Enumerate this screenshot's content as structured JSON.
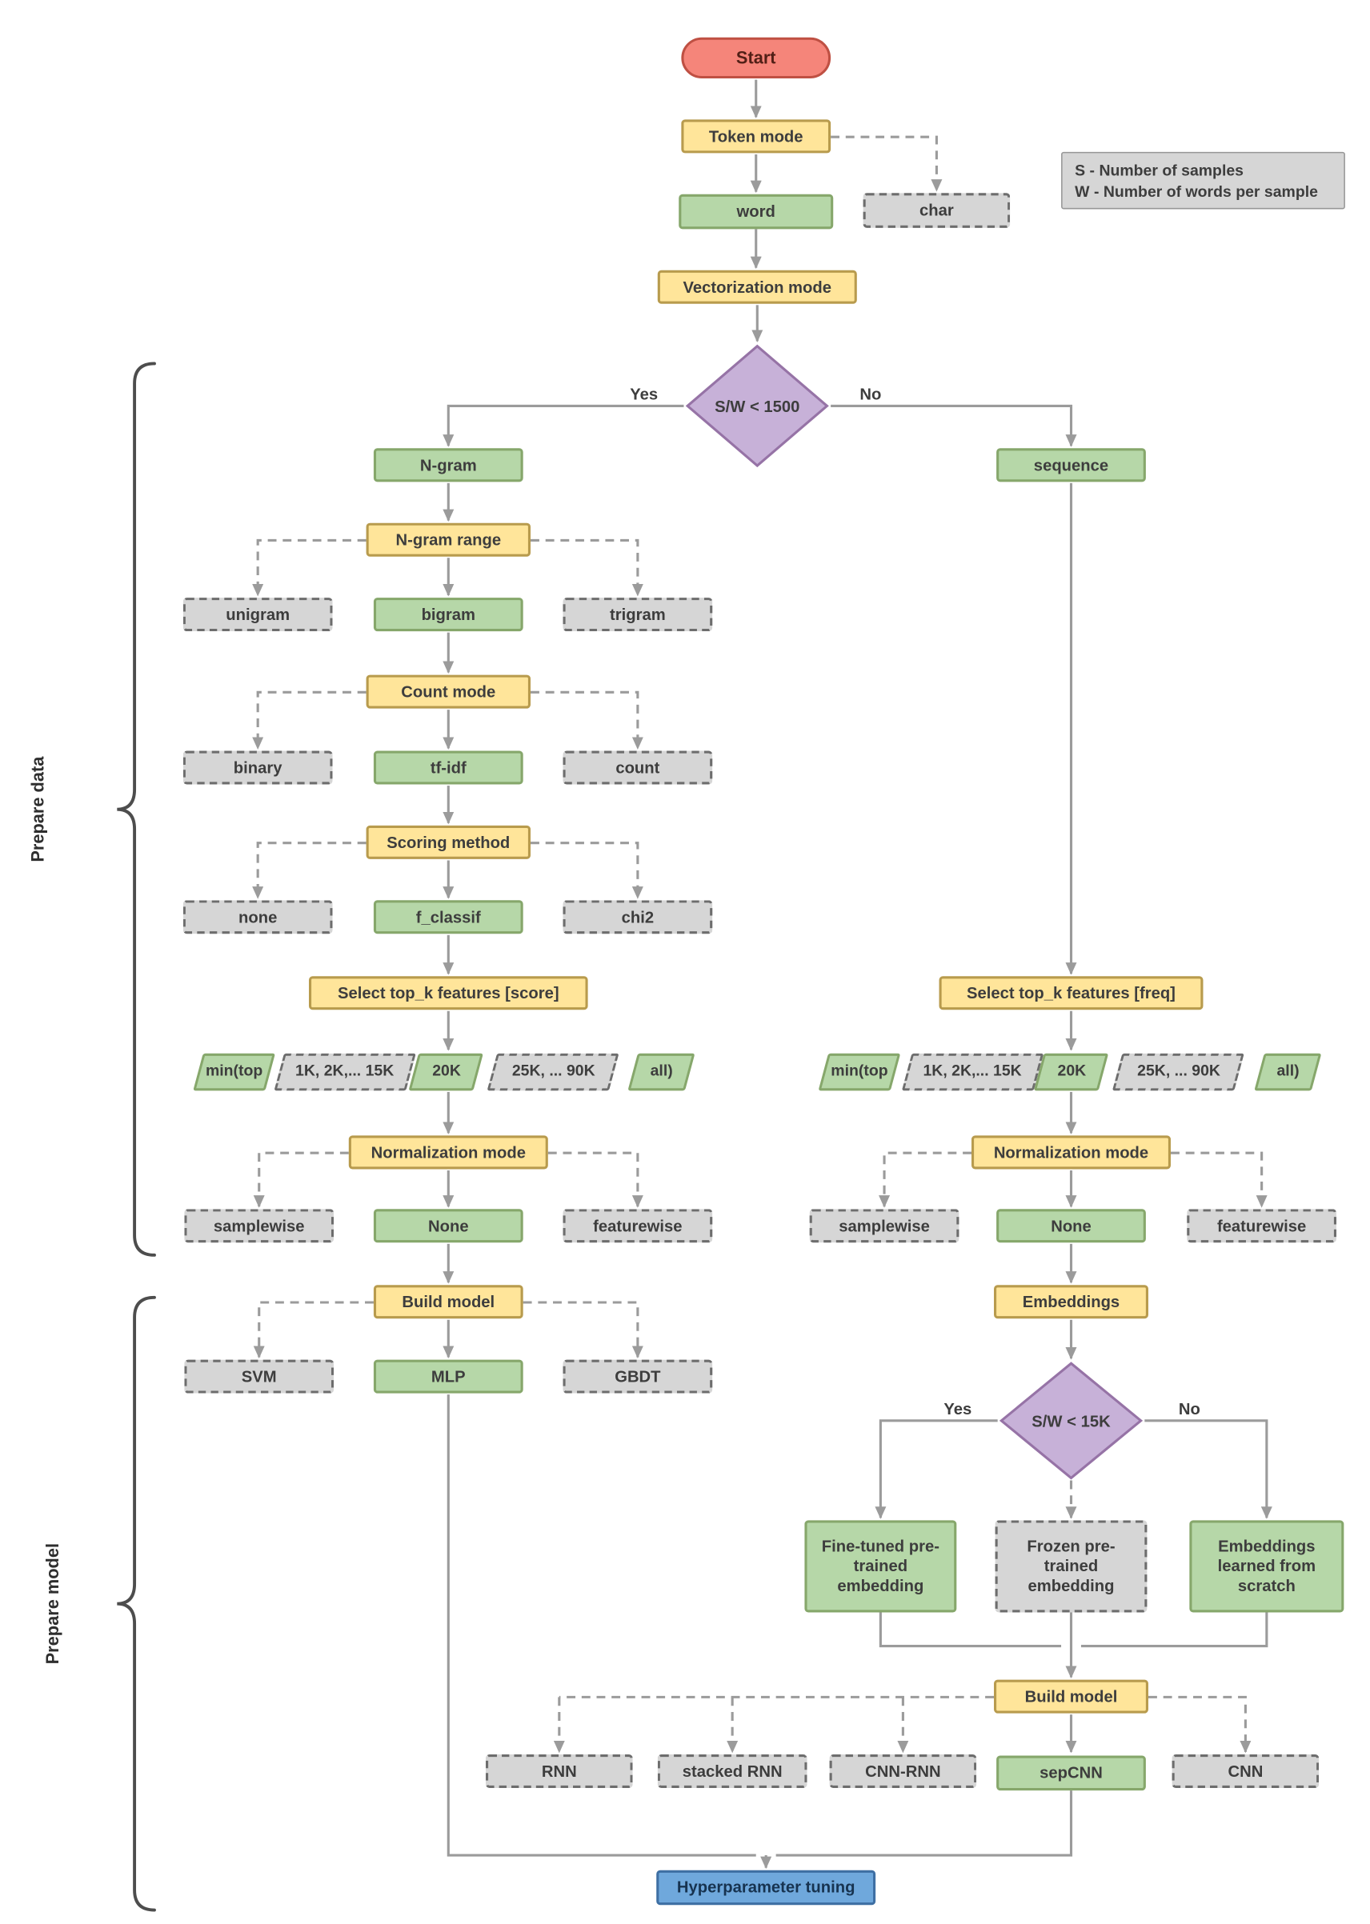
{
  "diagram": {
    "title_hint": "Text classification flowchart",
    "legend": {
      "line1": "S  - Number of samples",
      "line2": "W - Number of words per sample"
    },
    "sections": {
      "prepare_data": "Prepare data",
      "prepare_model": "Prepare model"
    },
    "edge_labels": {
      "yes": "Yes",
      "no": "No"
    },
    "nodes": {
      "start": "Start",
      "token_mode": "Token mode",
      "word": "word",
      "char": "char",
      "vectorization_mode": "Vectorization mode",
      "sw_1500": "S/W < 1500",
      "ngram": "N-gram",
      "sequence": "sequence",
      "ngram_range": "N-gram range",
      "unigram": "unigram",
      "bigram": "bigram",
      "trigram": "trigram",
      "count_mode": "Count mode",
      "binary": "binary",
      "tfidf": "tf-idf",
      "count": "count",
      "scoring_method": "Scoring method",
      "none_score": "none",
      "f_classif": "f_classif",
      "chi2": "chi2",
      "select_topk_score": "Select top_k features [score]",
      "select_topk_freq": "Select top_k features [freq]",
      "min_top": "min(top",
      "k_1_15": "1K, 2K,... 15K",
      "k_20": "20K",
      "k_25_90": "25K, ... 90K",
      "all_close": "all)",
      "normalization_mode": "Normalization mode",
      "samplewise": "samplewise",
      "none_norm": "None",
      "featurewise": "featurewise",
      "build_model": "Build model",
      "svm": "SVM",
      "mlp": "MLP",
      "gbdt": "GBDT",
      "embeddings": "Embeddings",
      "sw_15k": "S/W < 15K",
      "fine_tuned": "Fine-tuned pre-trained embedding",
      "frozen": "Frozen pre-trained embedding",
      "scratch": "Embeddings learned from scratch",
      "rnn": "RNN",
      "stacked_rnn": "stacked RNN",
      "cnn_rnn": "CNN-RNN",
      "sepcnn": "sepCNN",
      "cnn": "CNN",
      "hyperparameter_tuning": "Hyperparameter tuning"
    },
    "colors": {
      "start_fill": "#f5857a",
      "process_fill": "#ffe59a",
      "chosen_fill": "#b6d7a8",
      "alternative_fill": "#d6d6d6",
      "decision_fill": "#c7b1d8",
      "final_fill": "#6fa8dc",
      "connector": "#9b9b9b"
    }
  }
}
